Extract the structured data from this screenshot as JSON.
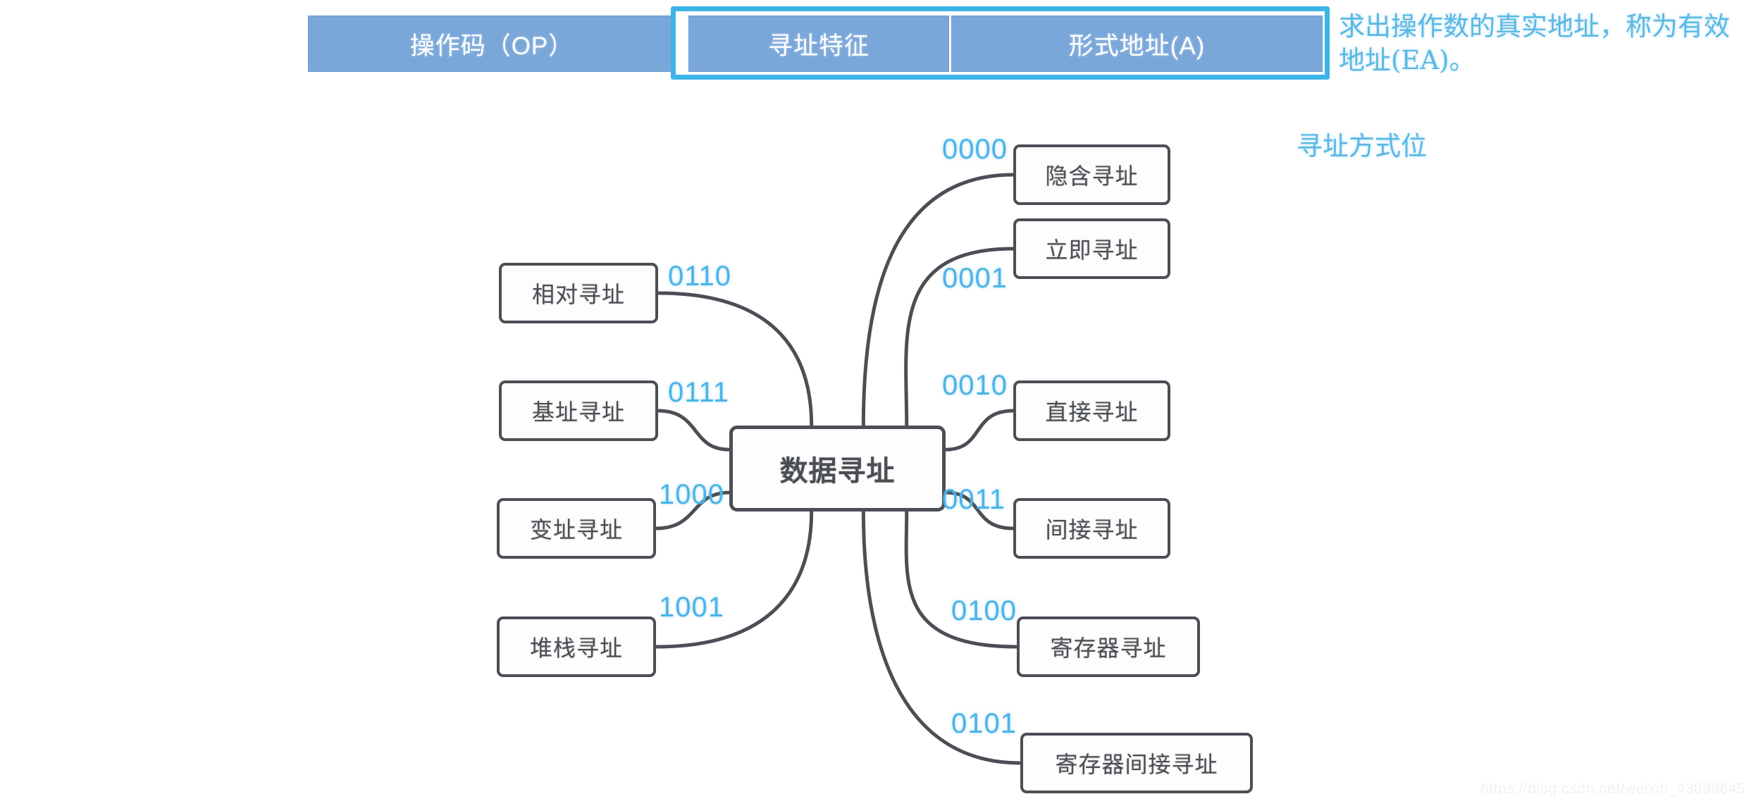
{
  "instruction_format": {
    "fields": [
      {
        "id": "opcode",
        "label": "操作码（OP）"
      },
      {
        "id": "mode-feature",
        "label": "寻址特征"
      },
      {
        "id": "formal-addr",
        "label": "形式地址(A)"
      }
    ],
    "highlight_color": "#3cb4e8",
    "bar_color": "#7aa7d9"
  },
  "annotations": {
    "effective_address": "求出操作数的真实地址，称为有效地址(EA)。",
    "mode_bits": "寻址方式位"
  },
  "mindmap": {
    "center": "数据寻址",
    "code_color": "#4bb4e8",
    "node_border_color": "#4b4f55",
    "right_branches": [
      {
        "code": "0000",
        "label": "隐含寻址"
      },
      {
        "code": "0001",
        "label": "立即寻址"
      },
      {
        "code": "0010",
        "label": "直接寻址"
      },
      {
        "code": "0011",
        "label": "间接寻址"
      },
      {
        "code": "0100",
        "label": "寄存器寻址"
      },
      {
        "code": "0101",
        "label": "寄存器间接寻址"
      }
    ],
    "left_branches": [
      {
        "code": "0110",
        "label": "相对寻址"
      },
      {
        "code": "0111",
        "label": "基址寻址"
      },
      {
        "code": "1000",
        "label": "变址寻址"
      },
      {
        "code": "1001",
        "label": "堆栈寻址"
      }
    ]
  },
  "watermark": "https://blog.csdn.net/weixin_43899645"
}
